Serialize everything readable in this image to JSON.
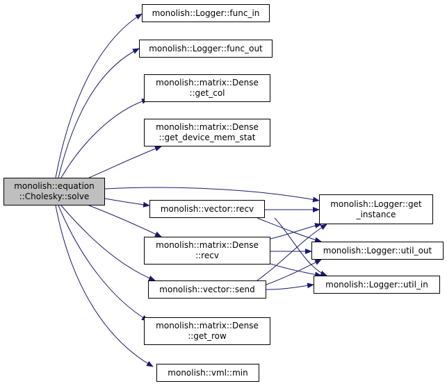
{
  "diagram": {
    "edge_color": "#191970",
    "root_fill": "#bfbfbf",
    "nodes": [
      {
        "id": "cholesky-solve",
        "lines": [
          "monolish::equation",
          "::Cholesky::solve"
        ],
        "role": "root"
      },
      {
        "id": "logger-func-in",
        "lines": [
          "monolish::Logger::func_in"
        ]
      },
      {
        "id": "logger-func-out",
        "lines": [
          "monolish::Logger::func_out"
        ]
      },
      {
        "id": "dense-get-col",
        "lines": [
          "monolish::matrix::Dense",
          "::get_col"
        ]
      },
      {
        "id": "dense-get-device-mem-stat",
        "lines": [
          "monolish::matrix::Dense",
          "::get_device_mem_stat"
        ]
      },
      {
        "id": "vector-recv",
        "lines": [
          "monolish::vector::recv"
        ]
      },
      {
        "id": "dense-recv",
        "lines": [
          "monolish::matrix::Dense",
          "::recv"
        ]
      },
      {
        "id": "vector-send",
        "lines": [
          "monolish::vector::send"
        ]
      },
      {
        "id": "dense-get-row",
        "lines": [
          "monolish::matrix::Dense",
          "::get_row"
        ]
      },
      {
        "id": "vml-min",
        "lines": [
          "monolish::vml::min"
        ]
      },
      {
        "id": "logger-get-instance",
        "lines": [
          "monolish::Logger::get",
          "_instance"
        ]
      },
      {
        "id": "logger-util-out",
        "lines": [
          "monolish::Logger::util_out"
        ]
      },
      {
        "id": "logger-util-in",
        "lines": [
          "monolish::Logger::util_in"
        ]
      }
    ],
    "edges": [
      {
        "from": "cholesky-solve",
        "to": "logger-func-in"
      },
      {
        "from": "cholesky-solve",
        "to": "logger-func-out"
      },
      {
        "from": "cholesky-solve",
        "to": "dense-get-col"
      },
      {
        "from": "cholesky-solve",
        "to": "dense-get-device-mem-stat"
      },
      {
        "from": "cholesky-solve",
        "to": "logger-get-instance"
      },
      {
        "from": "cholesky-solve",
        "to": "vector-recv"
      },
      {
        "from": "cholesky-solve",
        "to": "dense-recv"
      },
      {
        "from": "cholesky-solve",
        "to": "vector-send"
      },
      {
        "from": "cholesky-solve",
        "to": "dense-get-row"
      },
      {
        "from": "cholesky-solve",
        "to": "vml-min"
      },
      {
        "from": "vector-recv",
        "to": "logger-get-instance"
      },
      {
        "from": "vector-recv",
        "to": "logger-util-out"
      },
      {
        "from": "vector-recv",
        "to": "logger-util-in"
      },
      {
        "from": "dense-recv",
        "to": "logger-get-instance"
      },
      {
        "from": "dense-recv",
        "to": "logger-util-out"
      },
      {
        "from": "dense-recv",
        "to": "logger-util-in"
      },
      {
        "from": "vector-send",
        "to": "logger-get-instance"
      },
      {
        "from": "vector-send",
        "to": "logger-util-out"
      },
      {
        "from": "vector-send",
        "to": "logger-util-in"
      }
    ]
  }
}
